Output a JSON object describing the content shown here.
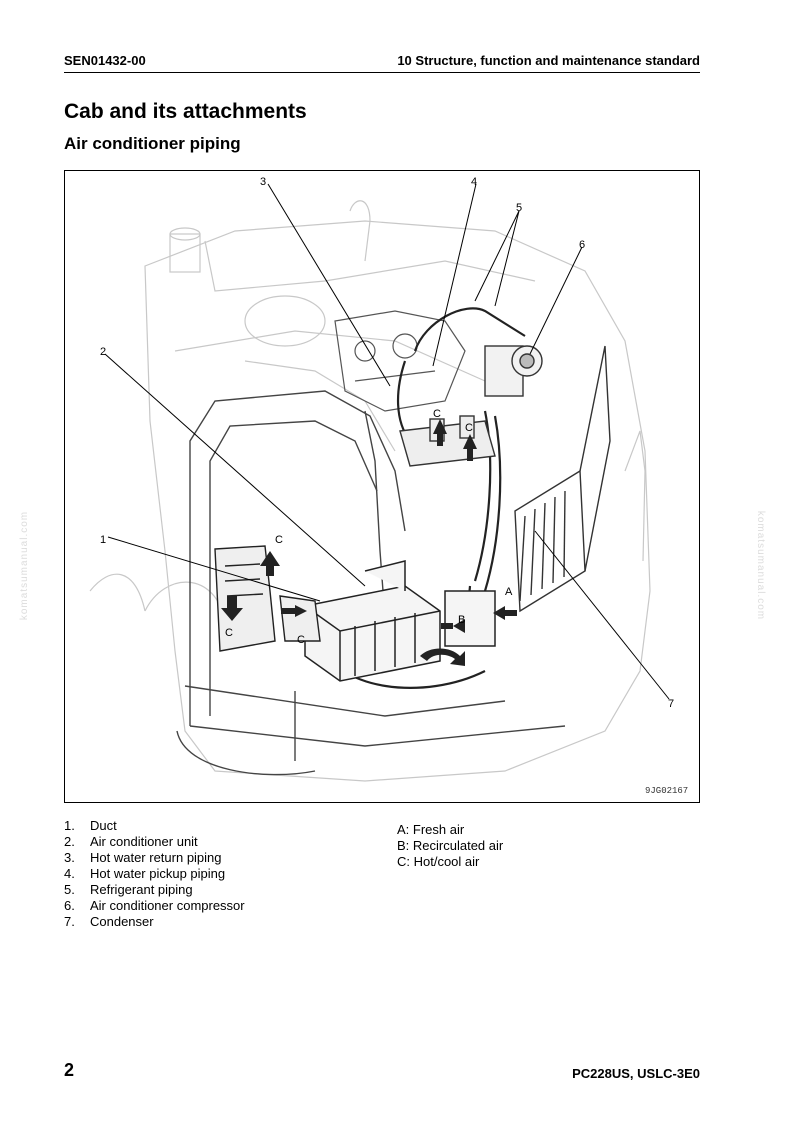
{
  "header": {
    "doc_code": "SEN01432-00",
    "section": "10 Structure, function and maintenance standard"
  },
  "title": "Cab and its attachments",
  "subtitle": "Air conditioner piping",
  "figure": {
    "code": "9JG02167",
    "callouts": [
      "1",
      "2",
      "3",
      "4",
      "5",
      "6",
      "7"
    ],
    "flow_labels": {
      "a": "A",
      "b": "B",
      "c": "C"
    }
  },
  "parts": [
    {
      "num": "1.",
      "label": "Duct"
    },
    {
      "num": "2.",
      "label": "Air conditioner unit"
    },
    {
      "num": "3.",
      "label": "Hot water return piping"
    },
    {
      "num": "4.",
      "label": "Hot water pickup piping"
    },
    {
      "num": "5.",
      "label": "Refrigerant piping"
    },
    {
      "num": "6.",
      "label": "Air conditioner compressor"
    },
    {
      "num": "7.",
      "label": "Condenser"
    }
  ],
  "air_legend": [
    "A: Fresh air",
    "B: Recirculated air",
    "C: Hot/cool air"
  ],
  "watermark": "komatsumanual.com",
  "footer": {
    "page": "2",
    "model": "PC228US, USLC-3E0"
  }
}
